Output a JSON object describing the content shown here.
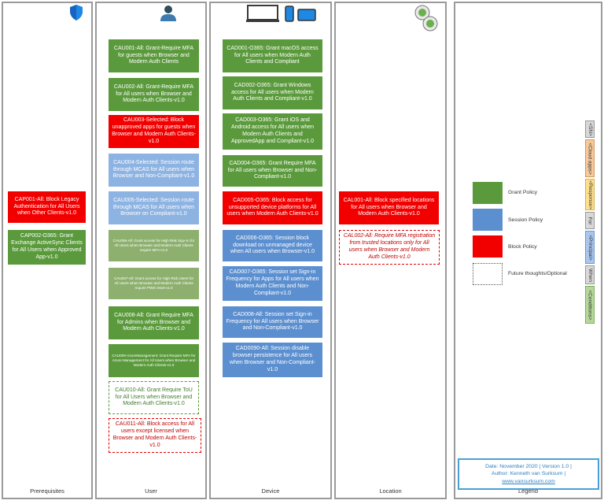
{
  "columns": {
    "prerequisites": "Prerequisites",
    "user": "User",
    "device": "Device",
    "location": "Location",
    "legend": "Legend"
  },
  "prerequisites": {
    "cap001": "CAP001-All: Block Legacy Authentication for All Users when Other Clients-v1.0",
    "cap002": "CAP002-O365: Grant Exchange ActiveSync Clients for All Users when Approved App-v1.0"
  },
  "user": {
    "cau001": "CAU001-All: Grant-Require MFA for guests when Browser and Modern Auth Clients",
    "cau002": "CAU002-All: Grant-Require MFA for All users when Browser and Modern Auth Clients-v1.0",
    "cau003": "CAU003-Selected: Block unapproved apps for guests when Browser and Modern Auth Clients-v1.0",
    "cau004": "CAU004-Selected: Session route through MCAS for All users when Browser and Non-Compliant-v1.0",
    "cau005": "CAU005-Selected: Session route through MCAS for All users when Browser on Compliant-v1.0",
    "cau006": "CAU006-All: Grant access for High Risk Sign-In for All Users when Browser and Modern Auth Clients require MFA-v1.0",
    "cau007": "CAU007-All: Grant access for High Risk Users for All Users when Browser and Modern Auth Clients require PWD reset-v1.0",
    "cau008": "CAU008-All: Grant Require MFA for Admins when Browser and Modern Auth Clients-v1.0",
    "cau009": "CAU009-AzureManagement: Grant Require MFA for Azure Management for All Users when Browser and Modern Auth Clients-v1.0",
    "cau010": "CAU010-All: Grant Require ToU for All Users when Browser and Modern Auth Clients-v1.0",
    "cau011": "CAU011-All: Block access for All users except licensed when Browser and Modern Auth Clients-v1.0"
  },
  "device": {
    "cad001": "CAD001-O365: Grant macOS access for All users when Modern Auth Clients and Compliant",
    "cad002": "CAD002-O365: Grant Windows access for All users when Modern Auth Clients and Compliant-v1.0",
    "cad003": "CAD003-O365: Grant iOS and Android access for All users when Modern Auth Clients and ApprovedApp and Compliant-v1.0",
    "cad004": "CAD004-O365: Grant Require MFA for All users when Browser and Non-Compliant-v1.0",
    "cad005": "CAD005-O365: Block access for unsupported device platforms for All users when Modern Auth Clients-v1.0",
    "cad006": "CAD006-O365: Session block download on unmanaged device when All users when Browser-v1.0",
    "cad007": "CAD007-O365: Session set Sign-in Frequency for Apps for All users when Modern Auth Clients and Non-Compliant-v1.0",
    "cad008": "CAD008-All: Session set Sign-in Frequency for All users when Browser and Non-Compliant-v1.0",
    "cad009": "CAD0090-All: Session disable browser persistence for All users when Browser and Non-Compliant-v1.0"
  },
  "location": {
    "cal001": "CAL001-All: Block specified locations for All users when Browser and Modern Auth Clients-v1.0",
    "cal002": "CAL002-All: Require MFA registration from trusted locations only for All users when Browser and Modern Auth Clients-v1.0"
  },
  "legend": {
    "grant": "Grant Policy",
    "session": "Session Policy",
    "block": "Block Policy",
    "future": "Future thoughts/Optional"
  },
  "naming": {
    "sn": "<SN>",
    "cloud_apps": "<Cloud apps>",
    "response": "<Response>",
    "for": "For",
    "principal": "<Principal>",
    "when": "When",
    "conditions": "<Conditions>"
  },
  "footer": {
    "line1": "Date: November 2020 | Version 1.0 |",
    "line2": "Author: Kenneth van Surksum |",
    "line3": "www.vansurksum.com"
  },
  "colors": {
    "grant": "#5b9a3c",
    "session": "#5b8fd0",
    "block": "#f20000",
    "frame": "#4a9fd8"
  }
}
